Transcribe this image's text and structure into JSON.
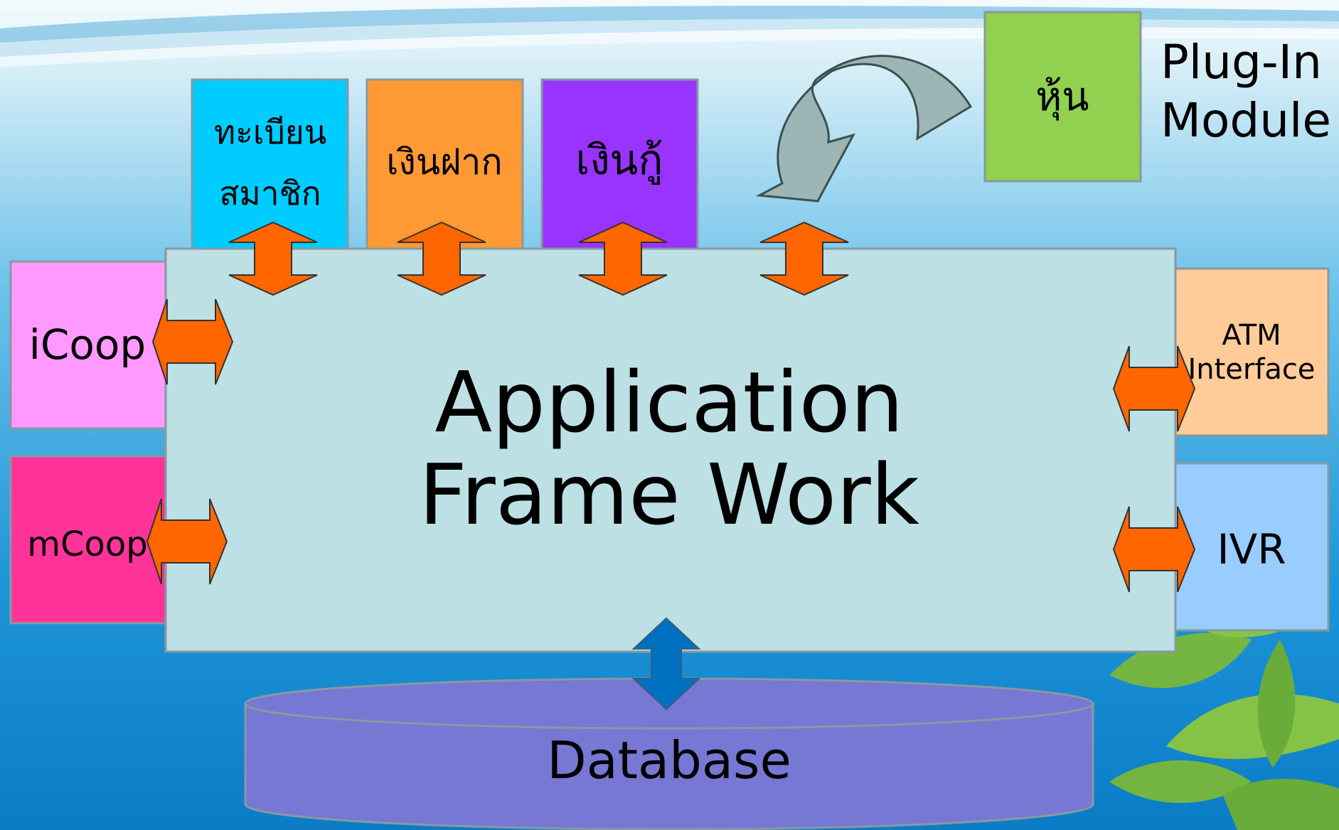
{
  "modules": {
    "member_registration": {
      "line1": "ทะเบียน",
      "line2": "สมาชิก"
    },
    "deposit": "เงินฝาก",
    "loan": "เงินกู้",
    "share": "หุ้น"
  },
  "plugin_label": {
    "line1": "Plug-In",
    "line2": "Module"
  },
  "framework": {
    "line1": "Application",
    "line2": "Frame Work"
  },
  "channels": {
    "icoop": "iCoop",
    "mcoop": "mCoop",
    "atm": {
      "line1": "ATM",
      "line2": "Interface"
    },
    "ivr": "IVR"
  },
  "database": "Database",
  "colors": {
    "member_registration": "#00CCFF",
    "deposit": "#FF9933",
    "loan": "#9933FF",
    "share": "#92D050",
    "icoop": "#FF99FF",
    "mcoop": "#FF3399",
    "atm": "#FFCC99",
    "ivr": "#99CCFF",
    "framework": "#BDE0E4",
    "database": "#7777D4",
    "arrow_orange": "#FF6600",
    "arrow_blue": "#0070C0",
    "curved_arrow": "#9DB5B5"
  }
}
